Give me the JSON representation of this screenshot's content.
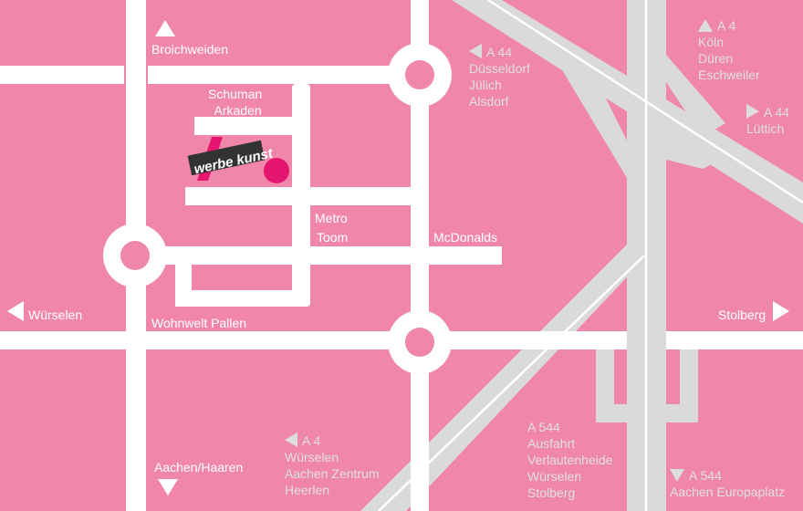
{
  "colors": {
    "background": "#f087a9",
    "road": "#ffffff",
    "motorway": "#dadada",
    "marker": "#e5166f"
  },
  "logo": {
    "text": "werbe kunst"
  },
  "labels": {
    "broichweiden": "Broichweiden",
    "schuman1": "Schuman",
    "schuman2": "Arkaden",
    "metro": "Metro",
    "toom": "Toom",
    "mcdonalds": "McDonalds",
    "wuerselen": "Würselen",
    "wohnwelt": "Wohnwelt Pallen",
    "aachen_haaren": "Aachen/Haaren",
    "stolberg": "Stolberg",
    "a44_west": {
      "road": "A 44",
      "lines": [
        "Düsseldorf",
        "Jülich",
        "Alsdorf"
      ]
    },
    "a4_north": {
      "road": "A 4",
      "lines": [
        "Köln",
        "Düren",
        "Eschweiler"
      ]
    },
    "a44_east": {
      "road": "A 44",
      "lines": [
        "Lüttich"
      ]
    },
    "a4_west": {
      "road": "A 4",
      "lines": [
        "Würselen",
        "Aachen Zentrum",
        "Heerlen"
      ]
    },
    "a544_exit": {
      "road": "A 544",
      "lines": [
        "Ausfahrt",
        "Verlautenheide",
        "Würselen",
        "Stolberg"
      ]
    },
    "a544_south": {
      "road": "A 544",
      "lines": [
        "Aachen Europaplatz"
      ]
    }
  }
}
